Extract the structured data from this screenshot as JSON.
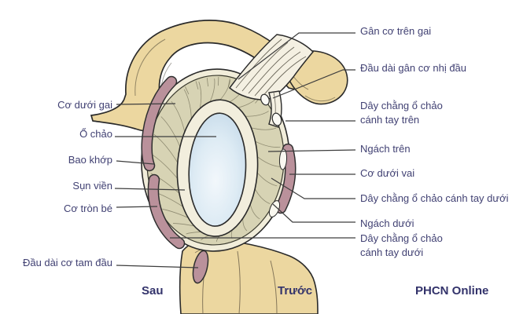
{
  "labels": {
    "left": [
      "Cơ dưới gai",
      "Ổ chảo",
      "Bao khớp",
      "Sụn viền",
      "Cơ tròn bé",
      "Đầu dài cơ tam đầu"
    ],
    "right": [
      "Gân cơ trên gai",
      "Đầu dài gân cơ nhị đầu",
      "Dây chằng ổ chảo",
      "cánh tay trên",
      "Ngách trên",
      "Cơ dưới vai",
      "Dây chằng ổ chảo cánh tay dưới",
      "Ngách dưới",
      "Dây chằng ổ chảo",
      "cánh tay dưới"
    ]
  },
  "footer": {
    "posterior": "Sau",
    "anterior": "Trước",
    "brand": "PHCN Online"
  },
  "colors": {
    "bone": "#ecd7a0",
    "tendon": "#f4f0e2",
    "capsule": "#d7d3b4",
    "capsule_rim": "#f1edda",
    "labrum": "#f2eedd",
    "glenoid_edge": "#c3d8e8",
    "glenoid_center": "#f2f7fb",
    "muscle": "#ba919b",
    "outline": "#2a2a2a",
    "leader_line": "#3d3d3d",
    "label_text": "#414173"
  }
}
